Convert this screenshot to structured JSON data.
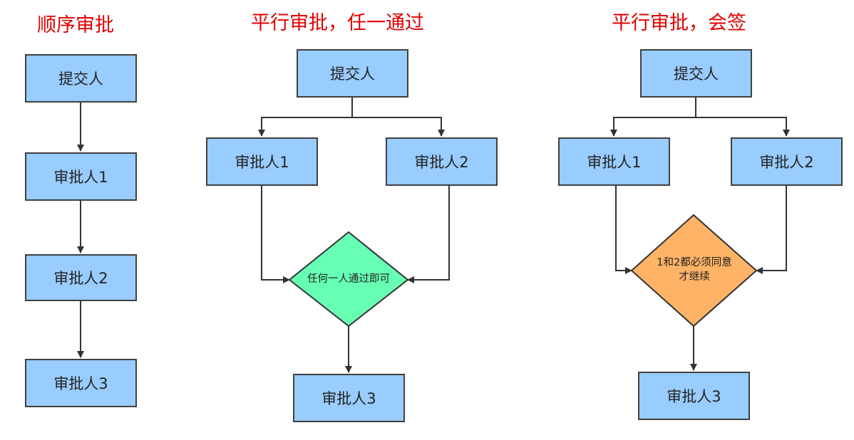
{
  "titles": {
    "sequential": "顺序审批",
    "parallel_any": "平行审批，任一通过",
    "parallel_all": "平行审批，会签"
  },
  "sequential": {
    "submitter": "提交人",
    "approver1": "审批人1",
    "approver2": "审批人2",
    "approver3": "审批人3"
  },
  "parallel_any": {
    "submitter": "提交人",
    "approver1": "审批人1",
    "approver2": "审批人2",
    "decision": "任何一人通过即可",
    "approver3": "审批人3"
  },
  "parallel_all": {
    "submitter": "提交人",
    "approver1": "审批人1",
    "approver2": "审批人2",
    "decision_line1": "1和2都必须同意",
    "decision_line2": "才继续",
    "approver3": "审批人3"
  },
  "colors": {
    "box_fill": "#99ccff",
    "box_border": "#404040",
    "title": "#e00000",
    "decision_any_fill": "#66ffb3",
    "decision_all_fill": "#ffb366",
    "line": "#333333"
  }
}
